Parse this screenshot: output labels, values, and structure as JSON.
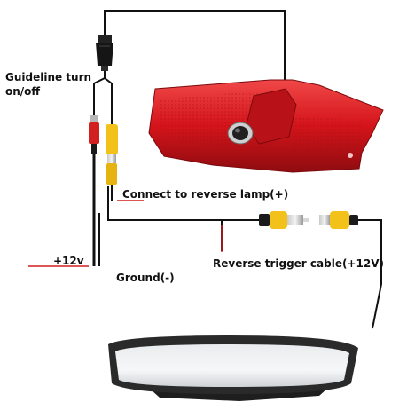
{
  "labels": {
    "guideline_line1": "Guideline turn",
    "guideline_line2": "on/off",
    "reverse_lamp": "Connect to reverse lamp(+)",
    "plus_12v": "+12v",
    "reverse_trigger": "Reverse trigger cable(+12V)",
    "ground": "Ground(-)"
  },
  "colors": {
    "wire": "#111111",
    "red_lead": "#d21f1f",
    "camera_red": "#d8181c",
    "rca_yellow": "#f2c21a",
    "mirror_frame": "#2a2a2a"
  },
  "icons": {
    "camera": "third-brake-light-camera",
    "mirror": "rearview-mirror-monitor",
    "rca": "rca-connector"
  }
}
